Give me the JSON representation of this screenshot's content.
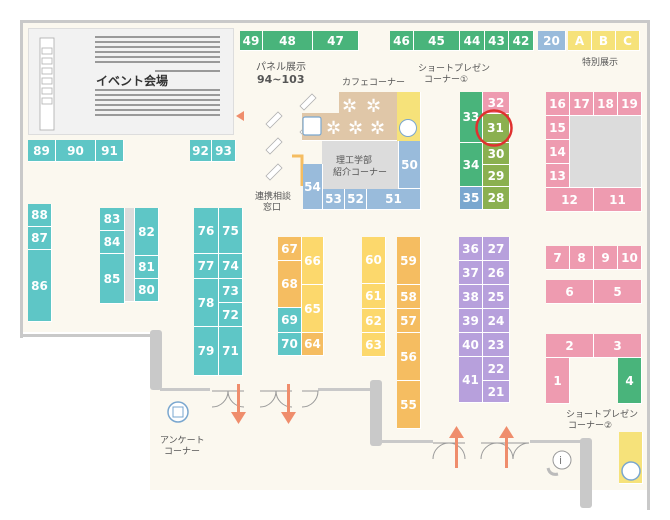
{
  "colors": {
    "green": "#49b47b",
    "teal": "#5ec6c6",
    "cyan": "#a6dcd9",
    "orange": "#f5bd61",
    "yellow": "#fcd86c",
    "purple": "#b7a0dc",
    "pink": "#ee9bb0",
    "blue": "#7aa7cf",
    "highlight": "#e0312f"
  },
  "labels": {
    "event_hall": "イベント会場",
    "panel_1": "パネル展示",
    "panel_2": "94~103",
    "cafe": "カフェコーナー",
    "short_1a": "ショートプレゼン",
    "short_1b": "コーナー①",
    "special": "特別展示",
    "consult_1": "連携相談",
    "consult_2": "窓口",
    "science_1": "理工学部",
    "science_2": "紹介コーナー",
    "survey_1": "アンケート",
    "survey_2": "コーナー",
    "short_2a": "ショートプレゼン",
    "short_2b": "コーナー②"
  },
  "booths": [
    "49",
    "48",
    "47",
    "46",
    "45",
    "44",
    "43",
    "42",
    "20",
    "A",
    "B",
    "C",
    "89",
    "90",
    "91",
    "92",
    "93",
    "32",
    "31",
    "33",
    "30",
    "34",
    "29",
    "35",
    "28",
    "16",
    "17",
    "18",
    "19",
    "15",
    "14",
    "13",
    "12",
    "11",
    "50",
    "54",
    "53",
    "52",
    "51",
    "88",
    "87",
    "86",
    "83",
    "84",
    "85",
    "82",
    "81",
    "80",
    "76",
    "75",
    "77",
    "74",
    "78",
    "73",
    "72",
    "79",
    "71",
    "67",
    "66",
    "68",
    "65",
    "69",
    "70",
    "64",
    "60",
    "61",
    "62",
    "63",
    "59",
    "58",
    "57",
    "56",
    "55",
    "36",
    "27",
    "37",
    "26",
    "38",
    "25",
    "39",
    "24",
    "40",
    "23",
    "41",
    "22",
    "21",
    "7",
    "8",
    "9",
    "10",
    "6",
    "5",
    "2",
    "3",
    "1",
    "4"
  ],
  "highlighted_booth": "31"
}
